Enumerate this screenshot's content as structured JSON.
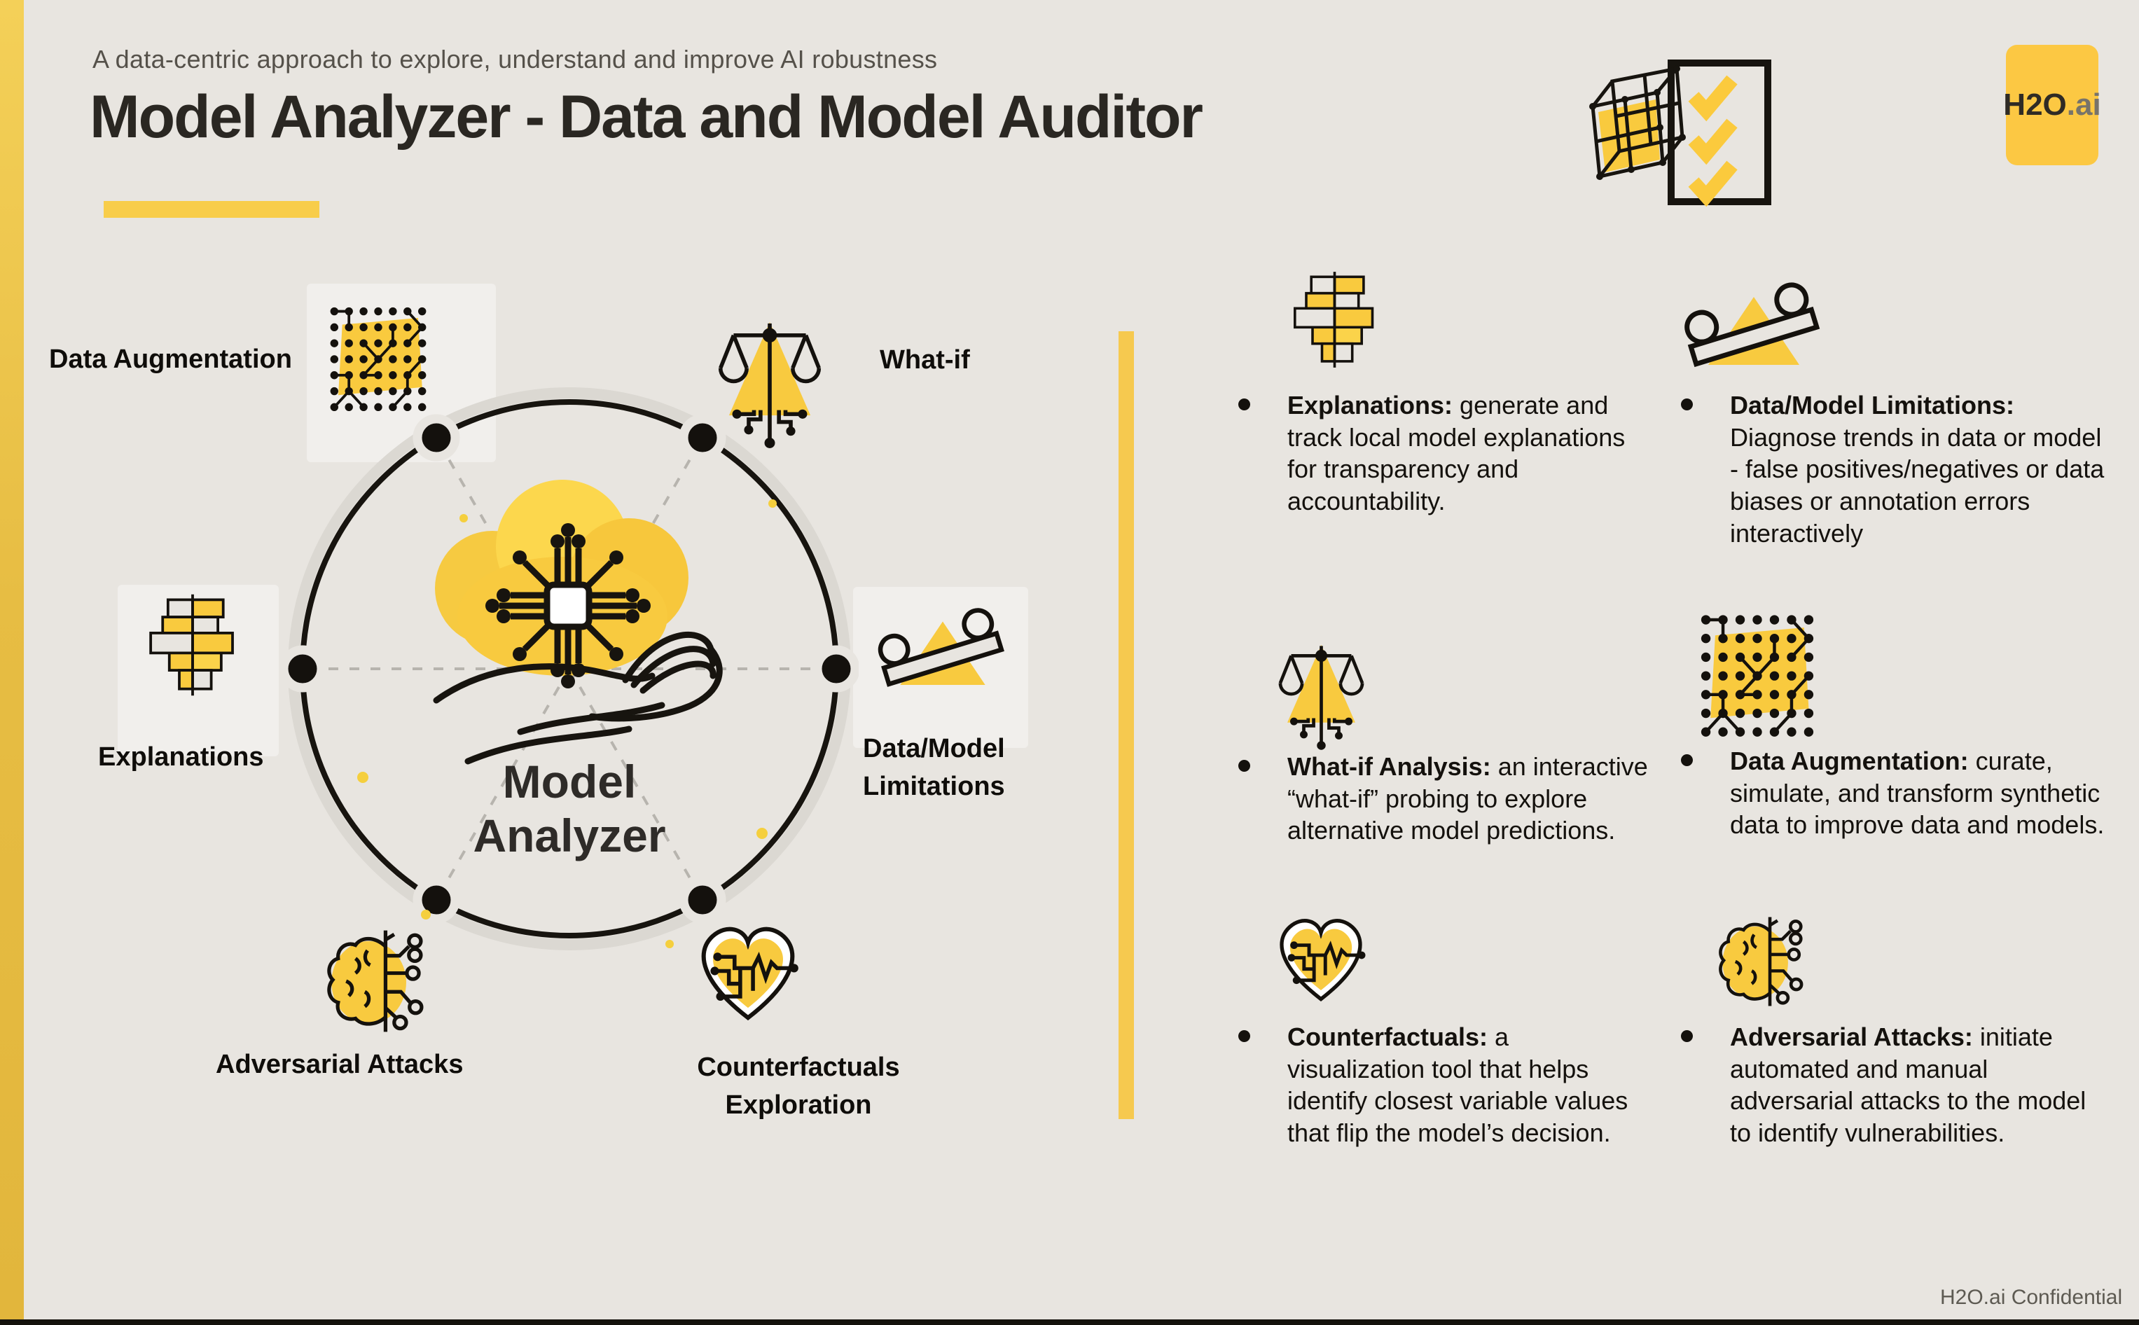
{
  "header": {
    "subtitle": "A data-centric approach to explore, understand and improve AI robustness",
    "title": "Model Analyzer - Data and Model Auditor",
    "title_icon": "cube-checklist-icon",
    "logo_text_bold": "H2O",
    "logo_text_suffix": ".ai"
  },
  "footer": {
    "confidential": "H2O.ai Confidential"
  },
  "colors": {
    "background": "#e8e5e0",
    "accent_yellow": "#f8ca3f",
    "accent_yellow_deep": "#e7bd43",
    "title_text": "#2a2722",
    "body_text": "#14110d",
    "muted_text": "#55514a",
    "ring_gray": "#dbd8d2"
  },
  "diagram": {
    "center": {
      "line1": "Model",
      "line2": "Analyzer",
      "icon": "chip-cloud-hand-icon"
    },
    "nodes": [
      {
        "id": "data-augmentation",
        "label": "Data Augmentation",
        "icon": "dot-grid"
      },
      {
        "id": "what-if",
        "label": "What-if",
        "icon": "scales"
      },
      {
        "id": "explanations",
        "label": "Explanations",
        "icon": "funnel-bars"
      },
      {
        "id": "data-model-limitations",
        "label_line1": "Data/Model",
        "label_line2": "Limitations",
        "icon": "seesaw"
      },
      {
        "id": "adversarial-attacks",
        "label": "Adversarial Attacks",
        "icon": "brain-circuit"
      },
      {
        "id": "counterfactuals-exploration",
        "label_line1": "Counterfactuals",
        "label_line2": "Exploration",
        "icon": "heart-circuit"
      }
    ]
  },
  "features": [
    {
      "icon": "funnel-bars",
      "title": "Explanations:",
      "body": " generate and track local model explanations for transparency and accountability."
    },
    {
      "icon": "seesaw",
      "title": "Data/Model Limitations:",
      "body": " Diagnose trends in data or model - false positives/negatives or data biases or annotation errors interactively"
    },
    {
      "icon": "scales",
      "title": "What-if Analysis:",
      "body": " an interactive “what-if” probing to explore alternative model predictions."
    },
    {
      "icon": "dot-grid",
      "title": "Data Augmentation:",
      "body": " curate, simulate, and transform synthetic data to improve data and  models."
    },
    {
      "icon": "heart-circuit",
      "title": "Counterfactuals:",
      "body": " a visualization tool that helps identify closest variable values that flip the model’s decision."
    },
    {
      "icon": "brain-circuit",
      "title": "Adversarial Attacks:",
      "body": " initiate automated and manual adversarial attacks to the model to identify vulnerabilities."
    }
  ]
}
